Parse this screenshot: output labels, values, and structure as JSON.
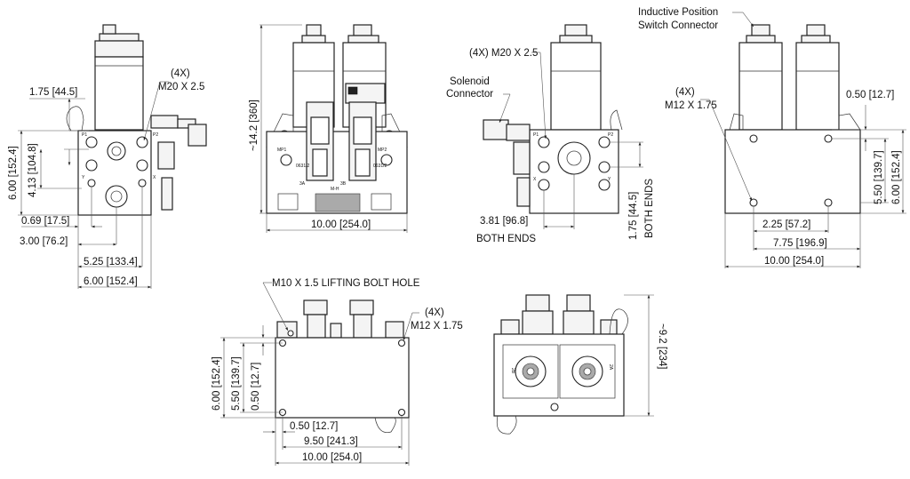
{
  "front_view": {
    "dim_top": "1.75 [44.5]",
    "dim_height_left": "6.00 [152.4]",
    "dim_height_inner": "4.13 [104.8]",
    "dim_x1": "0.69 [17.5]",
    "dim_x2": "3.00 [76.2]",
    "dim_x3": "5.25 [133.4]",
    "dim_x4": "6.00 [152.4]",
    "callout_qty": "(4X)",
    "callout_thread": "M20 X 2.5",
    "port_p1": "P1",
    "port_p2": "P2",
    "port_y": "Y",
    "port_x": "X"
  },
  "side_view_1": {
    "dim_height": "~14.2 [360]",
    "dim_width": "10.00 [254.0]",
    "mark_mp1": "MP1",
    "mark_mp2": "MP2",
    "mark_a": "3A",
    "mark_b": "3B",
    "mark_mh": "M-H",
    "mark_p1": "0631/2",
    "mark_p2": "0631/2"
  },
  "side_view_2": {
    "callout": "(4X) M20 X 2.5",
    "solenoid_label_1": "Solenoid",
    "solenoid_label_2": "Connector",
    "dim_x": "3.81 [96.8]",
    "dim_x_note": "BOTH ENDS",
    "dim_y": "1.75 [44.5]",
    "dim_y_note": "BOTH ENDS",
    "port_p1": "P1",
    "port_p2": "P2",
    "port_x": "X",
    "port_y": "Y"
  },
  "side_view_3": {
    "title_1": "Inductive Position",
    "title_2": "Switch Connector",
    "callout_qty": "(4X)",
    "callout_thread": "M12 X 1.75",
    "dim_top_right": "0.50 [12.7]",
    "dim_h1": "5.50 [139.7]",
    "dim_h2": "6.00 [152.4]",
    "dim_w1": "2.25 [57.2]",
    "dim_w2": "7.75 [196.9]",
    "dim_w3": "10.00 [254.0]"
  },
  "bottom_view": {
    "lifting_label": "M10 X 1.5 LIFTING BOLT HOLE",
    "callout_qty": "(4X)",
    "callout_thread": "M12 X 1.75",
    "dim_h1": "6.00 [152.4]",
    "dim_h2": "5.50 [139.7]",
    "dim_h3": "0.50 [12.7]",
    "dim_w1": "0.50 [12.7]",
    "dim_w2": "9.50 [241.3]",
    "dim_w3": "10.00 [254.0]"
  },
  "top_view": {
    "dim_height": "~9.2 [234]",
    "mark_left": "2B",
    "mark_right": "2A"
  }
}
